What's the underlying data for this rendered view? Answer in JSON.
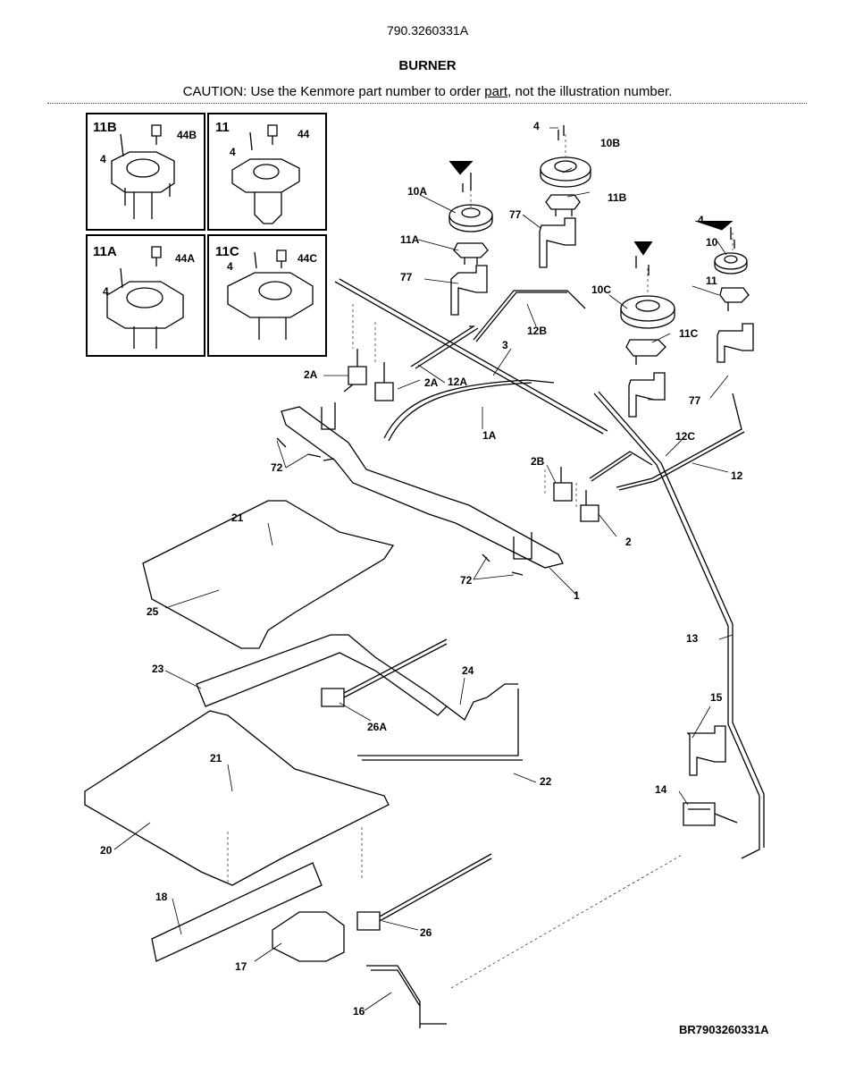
{
  "header": {
    "model_number": "790.3260331A",
    "section_title": "BURNER",
    "caution_prefix": "CAUTION: Use the Kenmore part number to order ",
    "caution_link": "part",
    "caution_suffix": ", not the illustration number."
  },
  "inset_boxes": [
    {
      "id": "11B",
      "labels": [
        "4",
        "44B"
      ]
    },
    {
      "id": "11",
      "labels": [
        "4",
        "44"
      ]
    },
    {
      "id": "11A",
      "labels": [
        "4",
        "44A"
      ]
    },
    {
      "id": "11C",
      "labels": [
        "4",
        "44C"
      ]
    }
  ],
  "callouts": [
    "4",
    "10B",
    "11B",
    "77",
    "10A",
    "11A",
    "77",
    "12B",
    "4",
    "10",
    "11",
    "10C",
    "11C",
    "3",
    "2A",
    "2A",
    "12A",
    "1A",
    "77",
    "72",
    "12C",
    "12",
    "2B",
    "2",
    "21",
    "72",
    "1",
    "25",
    "13",
    "23",
    "24",
    "26A",
    "15",
    "21",
    "22",
    "14",
    "20",
    "18",
    "26",
    "17",
    "16"
  ],
  "reference_code": "BR7903260331A"
}
